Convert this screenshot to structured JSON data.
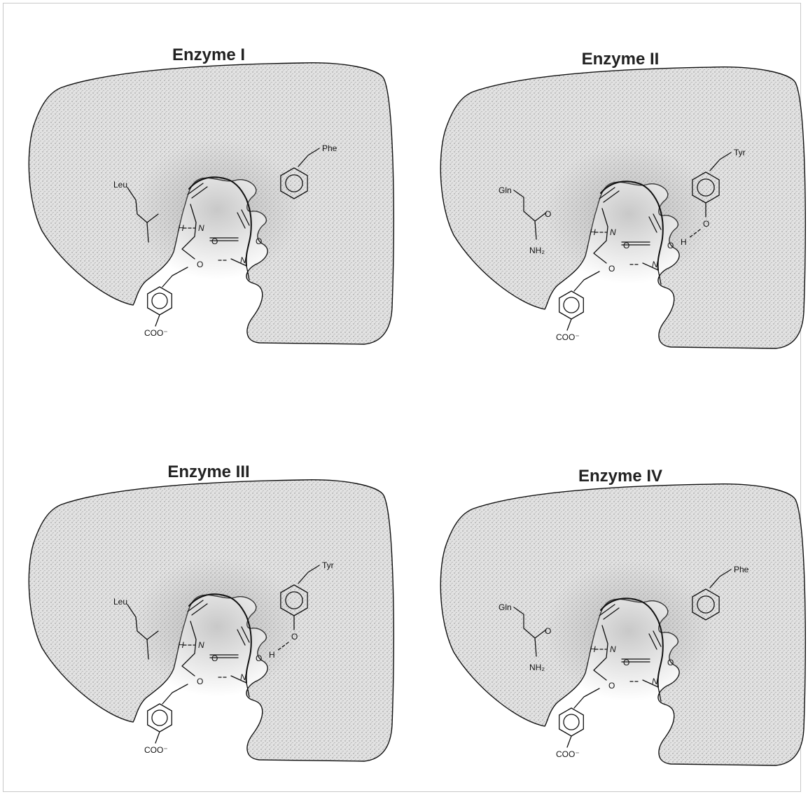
{
  "panels": [
    {
      "title": "Enzyme I",
      "left_residue": "Leu",
      "right_residue": "Phe",
      "left_type": "leu",
      "right_type": "phe"
    },
    {
      "title": "Enzyme II",
      "left_residue": "Gln",
      "right_residue": "Tyr",
      "left_type": "gln",
      "right_type": "tyr"
    },
    {
      "title": "Enzyme III",
      "left_residue": "Leu",
      "right_residue": "Tyr",
      "left_type": "leu",
      "right_type": "tyr"
    },
    {
      "title": "Enzyme IV",
      "left_residue": "Gln",
      "right_residue": "Phe",
      "left_type": "gln",
      "right_type": "phe"
    }
  ],
  "atoms": {
    "carboxylate": "COO⁻",
    "nitrogen": "N",
    "hydrogen": "H",
    "oxygen": "O",
    "amide_nh2": "NH₂"
  },
  "colors": {
    "pocket_fill": "#d9d9d9",
    "stroke": "#111111"
  }
}
